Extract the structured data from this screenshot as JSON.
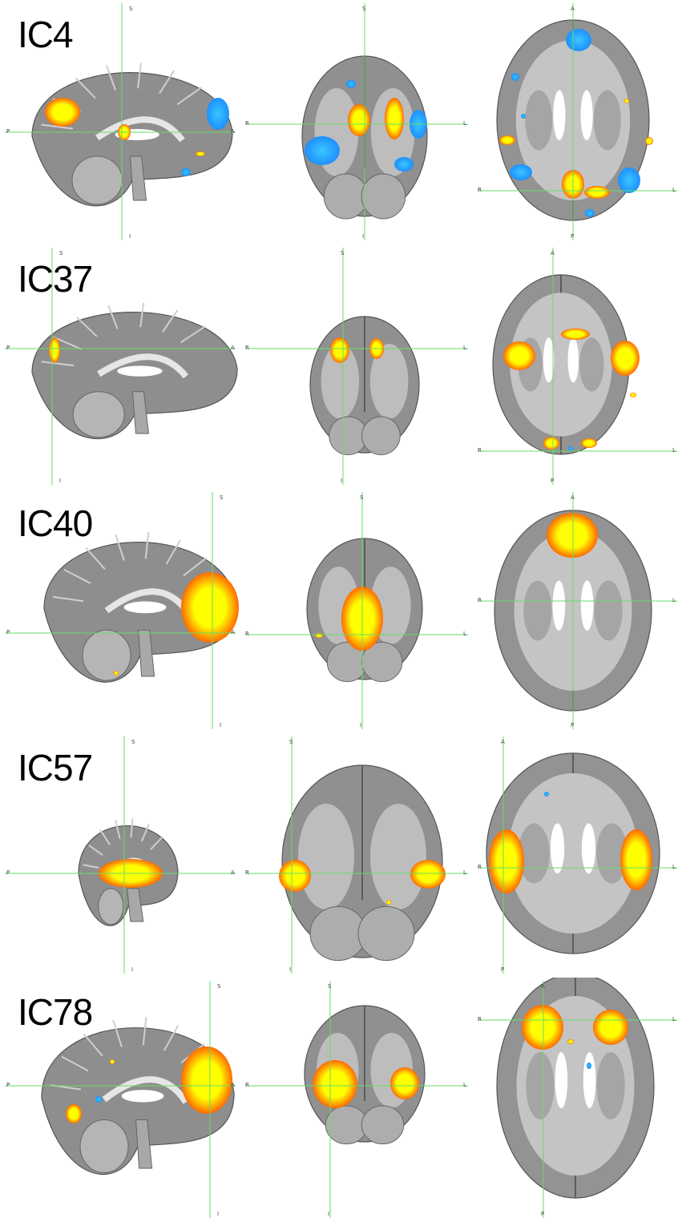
{
  "panels": [
    {
      "label": "IC4"
    },
    {
      "label": "IC37"
    },
    {
      "label": "IC40"
    },
    {
      "label": "IC57"
    },
    {
      "label": "IC78"
    }
  ],
  "orientation": {
    "sagittal": {
      "top": "S",
      "left": "P",
      "right": "A",
      "bottom": "I"
    },
    "coronal": {
      "top": "S",
      "left": "R",
      "right": "L",
      "bottom": "I"
    },
    "axial": {
      "top": "A",
      "left": "R",
      "right": "L",
      "bottom": "P"
    }
  },
  "colors": {
    "crosshair": "#66dd66",
    "positive_low": "#ff6a00",
    "positive_high": "#ffff00",
    "negative": "#1e90ff",
    "brain_gray": "#9a9a9a",
    "background": "#ffffff"
  }
}
